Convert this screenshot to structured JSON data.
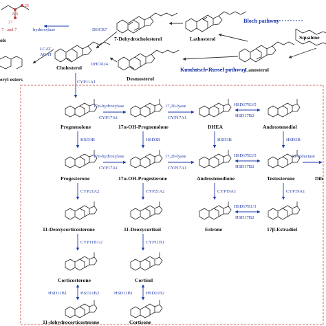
{
  "top": {
    "sidechain_labels": [
      "24S",
      "25",
      "27"
    ],
    "partial_label": "7– and 7",
    "partial_left_label": "ols",
    "hydroxylase": "hydroxylase",
    "lcat": "LCAT",
    "acat": "ACAT",
    "esters": "eryl esters",
    "dhcr7": "DHCR7",
    "dhcr24": "DHCR24",
    "bloch": "Bloch pathway",
    "kandutsch": "Kandutsch-Russel pathway",
    "cyp11a1": "CYP11A1",
    "compounds": {
      "dehydro": "7-Dehydrocholesterol",
      "lathosterol": "Lathosterol",
      "squalene": "Squalene",
      "cholesterol": "Cholesterol",
      "lanosterol": "Lanosterol",
      "desmosterol": "Desmosterol"
    }
  },
  "steroids": {
    "pregnenolone": "Pregnenolone",
    "oh_preg": "17α-OH-Pregnenolone",
    "dhea": "DHEA",
    "androstenediol": "Androstenediol",
    "progesterone": "Progesterone",
    "oh_prog": "17α-OH-Progesterone",
    "androstenedione": "Androstenedione",
    "testosterone": "Testosterone",
    "dih": "Dih",
    "cyp21a2_a": "CYP21A2",
    "cyp21a2_b": "CYP21A2",
    "cyp19a1_a": "CYP19A1",
    "cyp19a1_b": "CYP19A1",
    "doc": "11-Deoxycorticosterone",
    "deoxycortisol": "11-Deoxycortisol",
    "estrone": "Estrone",
    "estradiol": "17β-Estradiol",
    "corticosterone": "Corticosterone",
    "cortisol": "Cortisol",
    "dhcort": "11-dehydrocorticosterone",
    "cortisone": "Cortisone"
  },
  "enzymes": {
    "hyd_a": "17α-hydroxylase",
    "cyp17_a": "CYP17A1",
    "lyase_a": "17,20-lyase",
    "cyp17_b": "CYP17A1",
    "hsd17b35_a": "HSD17B3/5",
    "hsd17b2_a": "HSD17B2",
    "hsd3b_a": "HSD3B",
    "hsd3b_b": "HSD3B",
    "hsd3b_c": "HSD3B",
    "hsd3b_d": "HSD3B",
    "hyd_b": "17α-hydroxylase",
    "cyp17_c": "CYP17A1",
    "lyase_b": "17,20-lyase",
    "cyp17_d": "CYP17A1",
    "hsd17b35_b": "HSD17B3/5",
    "hsd17b2_b": "HSD17B2",
    "reductase": "5α-reductase",
    "hsd17b13": "HSD17B1/3",
    "hsd17b2_c": "HSD17B2",
    "cyp11b12": "CYP11B1/2",
    "cyp11b1": "CYP11B1",
    "hsd11b1_a": "HSD11B1",
    "hsd11b2_a": "HSD11B2",
    "hsd11b1_b": "HSD11B1",
    "hsd11b2_b": "HSD11B2"
  },
  "colors": {
    "enzyme": "#1f3aa8",
    "dash_border": "#c23a3a",
    "structure": "#222222"
  },
  "icons": [
    "hexagon-ring-shape",
    "arrow-shape"
  ]
}
